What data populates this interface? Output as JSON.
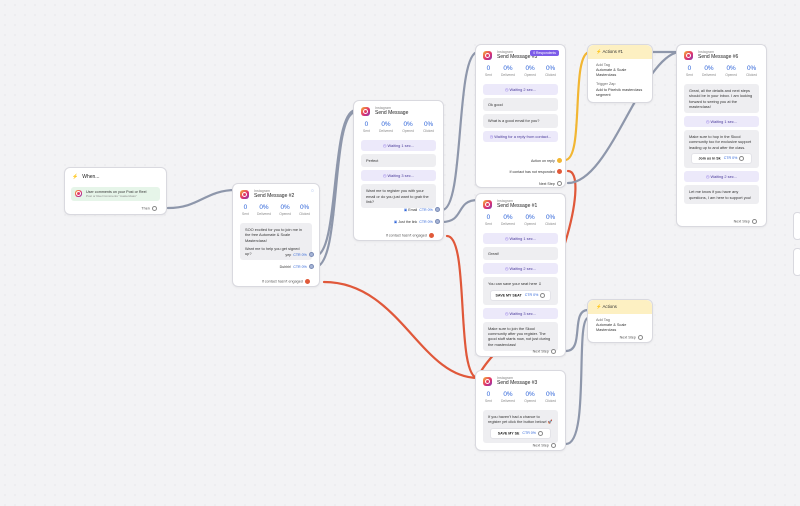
{
  "colors": {
    "accent": "#2d63d8",
    "edge_gray": "#8e97ab",
    "edge_red": "#e0583a",
    "edge_yellow": "#f2b632",
    "wait_bg": "#ece9fa",
    "action_hdr": "#fdf0c2",
    "trigger_bg": "#e6f5e9",
    "badge": "#7c5ce8"
  },
  "icons": {
    "instagram": "instagram-icon",
    "lightning": "lightning-icon",
    "clock": "clock-icon"
  },
  "trigger": {
    "title": "When...",
    "item_title": "User comments on your Post or Reel",
    "item_sub": "Post or Reel Comments \"masterclass\"",
    "then": "Then"
  },
  "sm2": {
    "platform": "Instagram",
    "title": "Send Message #2",
    "stats": [
      {
        "v": "0",
        "l": "Sent"
      },
      {
        "v": "0%",
        "l": "Delivered"
      },
      {
        "v": "0%",
        "l": "Opened"
      },
      {
        "v": "0%",
        "l": "Clicked"
      }
    ],
    "msg": "SOO excited for you to join me in the free Automate & Scale Masterclass!",
    "msg2": "Want me to help you get signed up?",
    "kw1": "yep",
    "kw1_ctr": "CTR 0%",
    "kw2": "Duhhh!",
    "kw2_ctr": "CTR 0%",
    "foot": "If contact hasn't engaged"
  },
  "sm": {
    "platform": "Instagram",
    "title": "Send Message",
    "stats": [
      {
        "v": "0",
        "l": "Sent"
      },
      {
        "v": "0%",
        "l": "Delivered"
      },
      {
        "v": "0%",
        "l": "Opened"
      },
      {
        "v": "0%",
        "l": "Clicked"
      }
    ],
    "b1": "Perfect",
    "wait1": "Waiting 1 sec...",
    "wait3": "Waiting 3 sec...",
    "msg": "Want me to register you with your email or do you just want to grab the link?",
    "kw1": "Email",
    "kw1_ctr": "CTR 0%",
    "kw2": "Just the link",
    "kw2_ctr": "CTR 0%",
    "foot": "If contact hasn't engaged"
  },
  "sm5": {
    "platform": "Instagram",
    "title": "Send Message #5",
    "badge": "0 Respondents",
    "stats": [
      {
        "v": "0",
        "l": "Sent"
      },
      {
        "v": "0%",
        "l": "Delivered"
      },
      {
        "v": "0%",
        "l": "Opened"
      },
      {
        "v": "0%",
        "l": "Clicked"
      }
    ],
    "wait2": "Waiting 2 sec...",
    "b1": "Ok good",
    "b2": "What is a good email for you?",
    "wait_reply": "Waiting for a reply from contact...",
    "action_reply": "Action on reply",
    "no_resp": "If contact has not responded",
    "next": "Next Step"
  },
  "actions1": {
    "title": "Actions #1",
    "add_tag_lbl": "Add Tag",
    "add_tag_val": "Automate & Scale Masterclass",
    "trig_lbl": "Trigger Zap",
    "trig_val": "Add to Pixelvik masterclass segment"
  },
  "sm6": {
    "platform": "Instagram",
    "title": "Send Message #6",
    "stats": [
      {
        "v": "0",
        "l": "Sent"
      },
      {
        "v": "0%",
        "l": "Delivered"
      },
      {
        "v": "0%",
        "l": "Opened"
      },
      {
        "v": "0%",
        "l": "Clicked"
      }
    ],
    "b1": "Great, all the details and next steps should be in your inbox. I am looking forward to seeing you at the masterclass!",
    "wait1": "Waiting 1 sec...",
    "b2": "Make sure to hop in the Skool community too for exclusive support leading up to and after the class.",
    "btn": "Join us in Sk",
    "btn_ctr": "CTR 0%",
    "wait2": "Waiting 2 sec...",
    "b3": "Let me know if you have any questions, I am here to support you!",
    "next": "Next Step"
  },
  "sm1": {
    "platform": "Instagram",
    "title": "Send Message #1",
    "stats": [
      {
        "v": "0",
        "l": "Sent"
      },
      {
        "v": "0%",
        "l": "Delivered"
      },
      {
        "v": "0%",
        "l": "Opened"
      },
      {
        "v": "0%",
        "l": "Clicked"
      }
    ],
    "wait1": "Waiting 1 sec...",
    "b1": "Great!",
    "wait2": "Waiting 2 sec...",
    "b2": "You can save your seat here ⇓",
    "btn": "SAVE MY SEAT",
    "btn_ctr": "CTR 0%",
    "wait3": "Waiting 3 sec...",
    "b3": "Make sure to join the Skool community after you register. The good stuff starts now, not just during the masterclass!",
    "next": "Next Step"
  },
  "actions": {
    "title": "Actions",
    "add_tag_lbl": "Add Tag",
    "add_tag_val": "Automate & Scale Masterclass",
    "next": "Next Step"
  },
  "sm3": {
    "platform": "Instagram",
    "title": "Send Message #3",
    "stats": [
      {
        "v": "0",
        "l": "Sent"
      },
      {
        "v": "0%",
        "l": "Delivered"
      },
      {
        "v": "0%",
        "l": "Opened"
      },
      {
        "v": "0%",
        "l": "Clicked"
      }
    ],
    "b1": "If you haven't had a chance to register yet click the button below! 🚀",
    "btn": "SAVE MY SE",
    "btn_ctr": "CTR 0%",
    "next": "Next Step"
  }
}
